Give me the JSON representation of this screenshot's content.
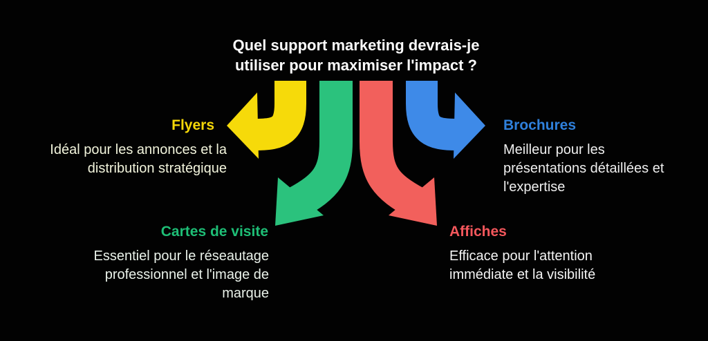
{
  "title": "Quel support marketing devrais-je\nutiliser pour maximiser l'impact ?",
  "background_color": "#020202",
  "items": [
    {
      "id": "flyers",
      "label": "Flyers",
      "description": "Idéal pour les annonces et la\ndistribution stratégique",
      "label_color": "#F5D808",
      "arrow_color": "#F6DA0A",
      "arrow_direction": "left"
    },
    {
      "id": "brochures",
      "label": "Brochures",
      "description": "Meilleur pour les\nprésentations détaillées et\nl'expertise",
      "label_color": "#2F80DC",
      "arrow_color": "#3E8AE8",
      "arrow_direction": "right"
    },
    {
      "id": "cartes-de-visite",
      "label": "Cartes de visite",
      "description": "Essentiel pour le réseautage\nprofessionnel et l'image de\nmarque",
      "label_color": "#1EBE76",
      "arrow_color": "#2BC27D",
      "arrow_direction": "down-left"
    },
    {
      "id": "affiches",
      "label": "Affiches",
      "description": "Efficace pour l'attention\nimmédiate et la visibilité",
      "label_color": "#F4575C",
      "arrow_color": "#F2605C",
      "arrow_direction": "down-right"
    }
  ]
}
